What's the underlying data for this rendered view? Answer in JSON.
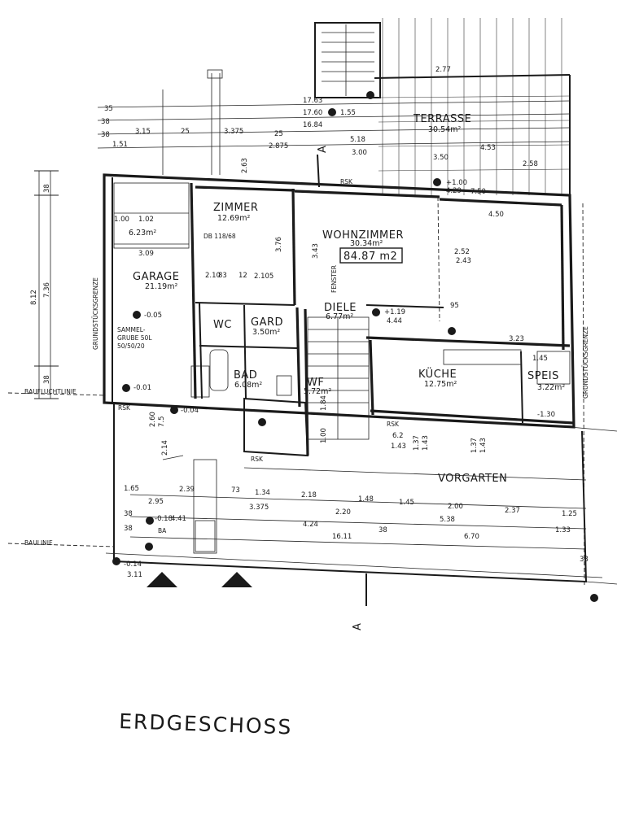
{
  "title": "ERDGESCHOSS",
  "rooms": {
    "terrasse": {
      "name": "TERRASSE",
      "area": "30.54m²"
    },
    "zimmer": {
      "name": "ZIMMER",
      "area": "12.69m²"
    },
    "wohnzimmer": {
      "name": "WOHNZIMMER",
      "area": "30.34m²",
      "total": "84.87 m2"
    },
    "garage": {
      "name": "GARAGE",
      "area": "21.19m²"
    },
    "wc": {
      "name": "WC"
    },
    "gard": {
      "name": "GARD",
      "area": "3.50m²"
    },
    "diele": {
      "name": "DIELE",
      "area": "6.77m²"
    },
    "bad": {
      "name": "BAD",
      "area": "6.08m²"
    },
    "wf": {
      "name": "WF",
      "area": "5.72m²"
    },
    "kueche": {
      "name": "KÜCHE",
      "area": "12.75m²"
    },
    "speis": {
      "name": "SPEIS",
      "area": "3.22m²"
    },
    "vorgarten": {
      "name": "VORGARTEN"
    },
    "small_room": {
      "area": "6.23m²"
    }
  },
  "lines": {
    "baufluchtlinie": "BAUFLUCHTLINIE",
    "baulinie": "BAULINIE",
    "grundstuecksgrenze_left": "GRUNDSTÜCKSGRENZE",
    "grundstuecksgrenze_right": "GRUNDSTÜCKSGRENZE"
  },
  "labels": {
    "sammelgrube": "SAMMEL-",
    "sammelgrube2": "GRUBE 50L",
    "sammelgrube3": "50/50/20",
    "db": "DB 118/68",
    "rsk1": "RSK",
    "rsk2": "RSK",
    "rsk3": "RSK",
    "rsk4": "RSK",
    "fenster": "FENSTER",
    "section_a": "A",
    "ba": "BA"
  },
  "dimensions": {
    "d1": "35",
    "d2": "38",
    "d3": "38",
    "d4": "1.51",
    "d5": "3.15",
    "d6": "25",
    "d7": "3.375",
    "d8": "2.875",
    "d9": "25",
    "d10": "5.18",
    "d11": "3.00",
    "d12": "17.63",
    "d13": "17.60",
    "d14": "16.84",
    "d15": "1.55",
    "d16": "2.77",
    "d17": "3.50",
    "d18": "4.53",
    "d19": "2.58",
    "d20": "4.29",
    "d21": "7.50",
    "d22": "4.50",
    "d23": "8.12",
    "d24": "7.36",
    "d25": "38",
    "d26": "38",
    "d27": "3.09",
    "d28": "1.00",
    "d29": "1.02",
    "d30": "2.63",
    "d31": "3.76",
    "d32": "3.43",
    "d33": "2.52",
    "d34": "2.43",
    "d35": "3.23",
    "d36": "1.45",
    "d37": "95",
    "d38": "2.60",
    "d39": "7.5",
    "d40": "2.14",
    "d41": "1.65",
    "d42": "2.95",
    "d43": "2.39",
    "d44": "73",
    "d45": "1.34",
    "d46": "2.18",
    "d47": "1.48",
    "d48": "1.45",
    "d49": "2.00",
    "d50": "2.37",
    "d51": "1.25",
    "d52": "38",
    "d53": "3.375",
    "d54": "2.20",
    "d55": "5.38",
    "d56": "1.33",
    "d57": "38",
    "d58": "4.24",
    "d59": "38",
    "d60": "6.70",
    "d61": "16.11",
    "d62": "38",
    "d63": "-0.14",
    "d64": "3.11",
    "d65": "-0.05",
    "d66": "-0.01",
    "d67": "-0.04",
    "d68": "+1.19",
    "d69": "4.44",
    "d70": "-1.30",
    "d71": "-0.18",
    "d72": "4.41",
    "d73": "1.00",
    "d74": "+1.00",
    "d75": "1.43",
    "d76": "1.37",
    "d77": "1.43",
    "d78": "1.37",
    "d79": "1.43",
    "d80": "6.2",
    "d81": "1.84",
    "d82": "2.10",
    "d83": "83",
    "d84": "12",
    "d85": "2.105"
  }
}
